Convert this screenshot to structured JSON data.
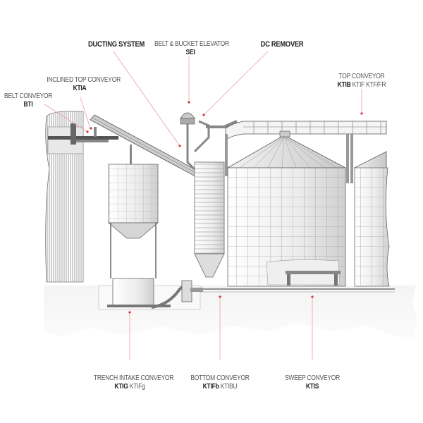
{
  "diagram": {
    "accent_color": "#d9323a",
    "line_color": "#e9a0a4",
    "labels": [
      {
        "id": "ducting-system",
        "title": "DUCTING SYSTEM",
        "code_bold": "",
        "code_extra": ""
      },
      {
        "id": "belt-bucket-elevator",
        "title": "BELT & BUCKET ELEVATOR",
        "code_bold": "SEI",
        "code_extra": ""
      },
      {
        "id": "dc-remover",
        "title": "DC REMOVER",
        "code_bold": "",
        "code_extra": ""
      },
      {
        "id": "inclined-top-conveyor",
        "title": "INCLINED TOP CONVEYOR",
        "code_bold": "KTIA",
        "code_extra": ""
      },
      {
        "id": "belt-conveyor",
        "title": "BELT CONVEYOR",
        "code_bold": "BTI",
        "code_extra": ""
      },
      {
        "id": "top-conveyor",
        "title": "TOP CONVEYOR",
        "code_bold": "KTIB",
        "code_extra": " KTIF KTF/FR"
      },
      {
        "id": "trench-intake-conveyor",
        "title": "TRENCH INTAKE CONVEYOR",
        "code_bold": "KTIG",
        "code_extra": " KTIFg"
      },
      {
        "id": "bottom-conveyor",
        "title": "BOTTOM CONVEYOR",
        "code_bold": "KTIFb",
        "code_extra": " KTIBU"
      },
      {
        "id": "sweep-conveyor",
        "title": "SWEEP CONVEYOR",
        "code_bold": "KTIS",
        "code_extra": ""
      }
    ]
  }
}
